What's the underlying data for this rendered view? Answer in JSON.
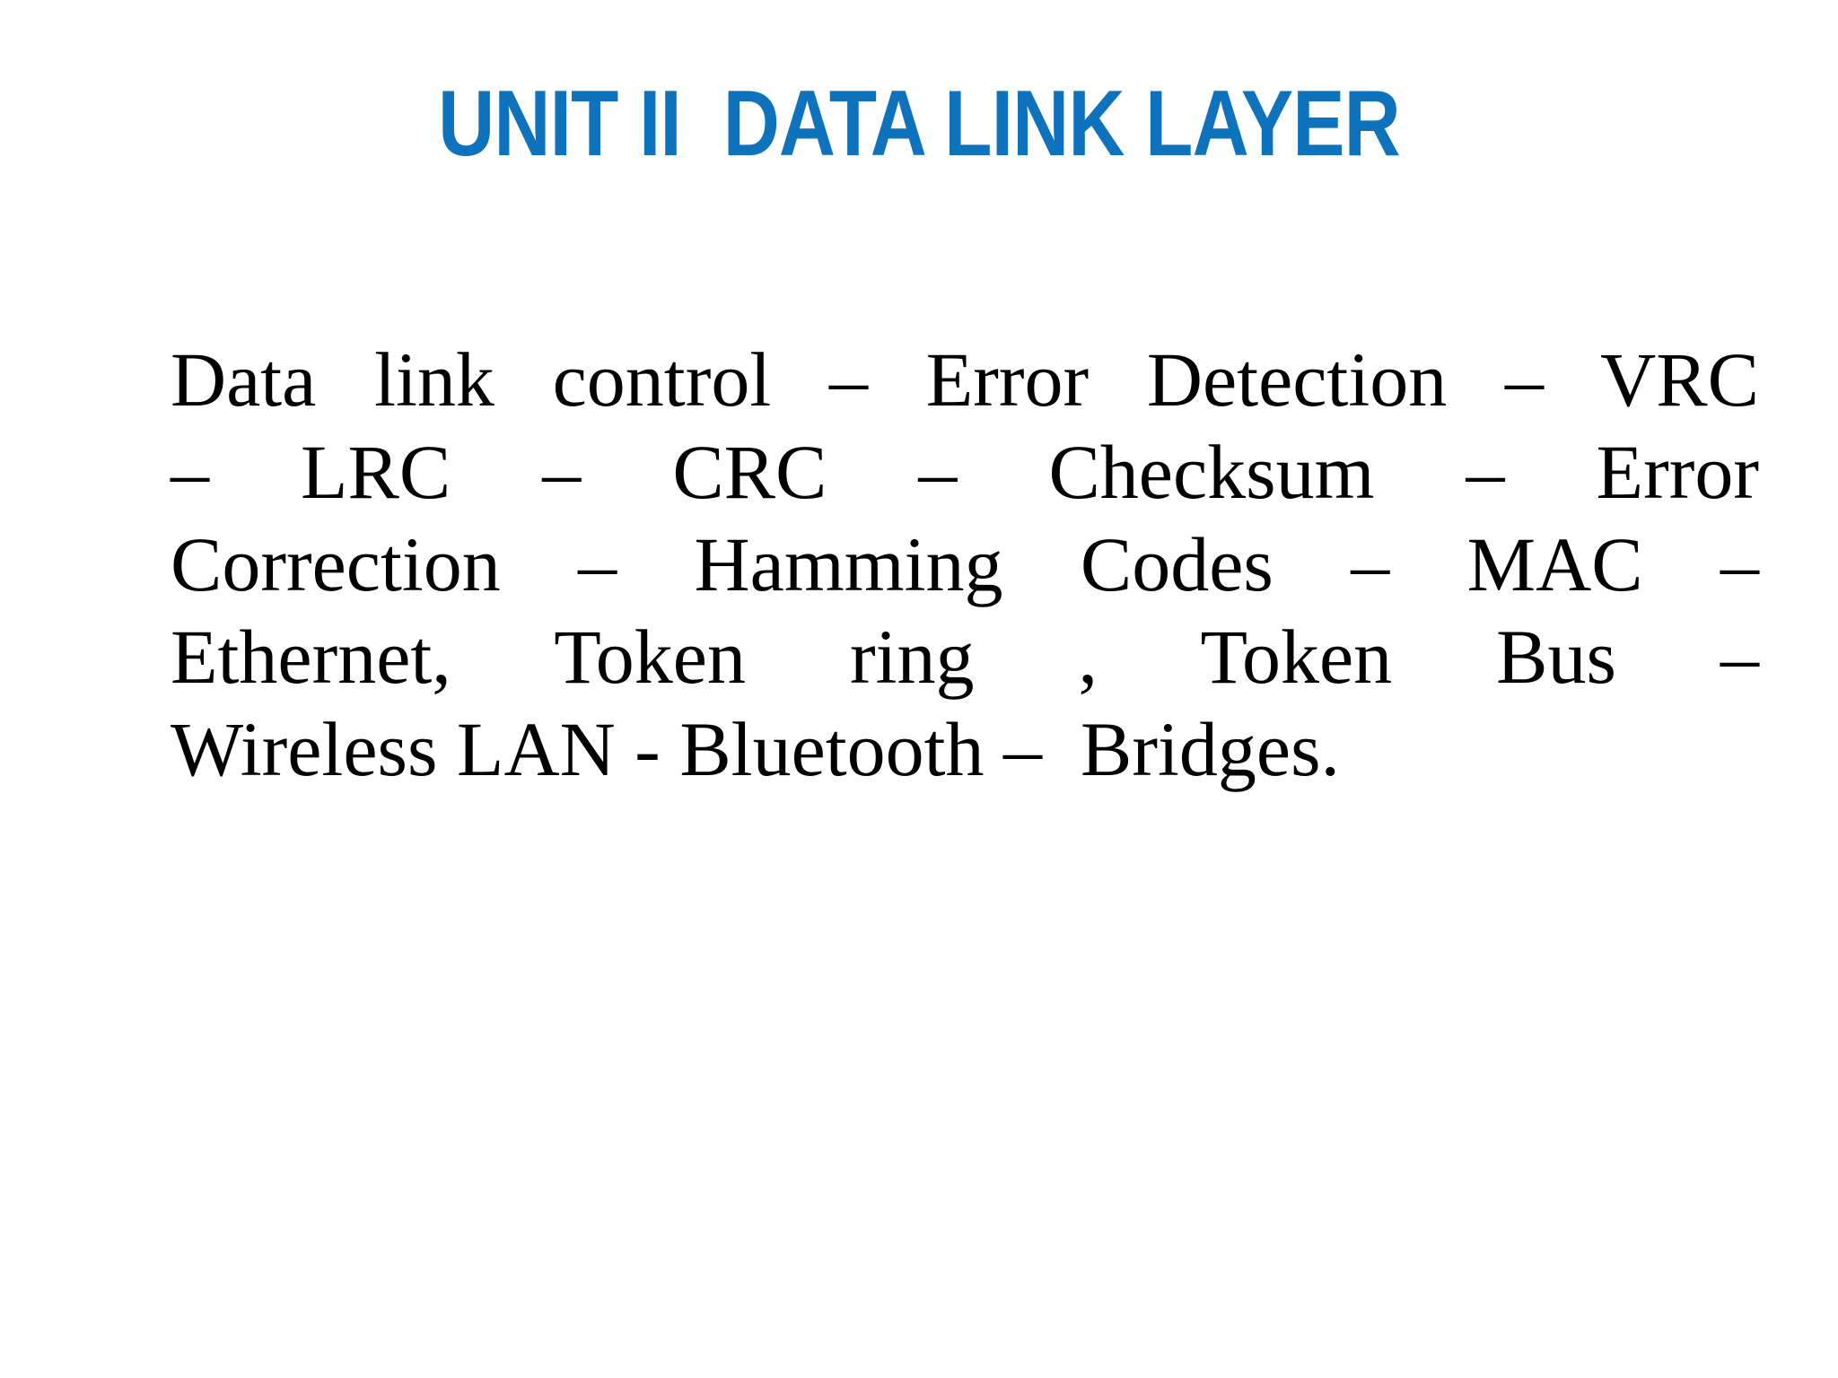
{
  "slide": {
    "title": "UNIT II  DATA LINK LAYER",
    "body": {
      "lines": [
        "Data link control – Error Detection – VRC",
        "– LRC – CRC – Checksum – Error",
        "Correction – Hamming Codes – MAC –",
        "Ethernet, Token ring , Token Bus –",
        "Wireless LAN - Bluetooth –  Bridges."
      ]
    },
    "colors": {
      "title_blue": "#0f72bc",
      "body_text": "#000000",
      "background": "#ffffff"
    }
  }
}
